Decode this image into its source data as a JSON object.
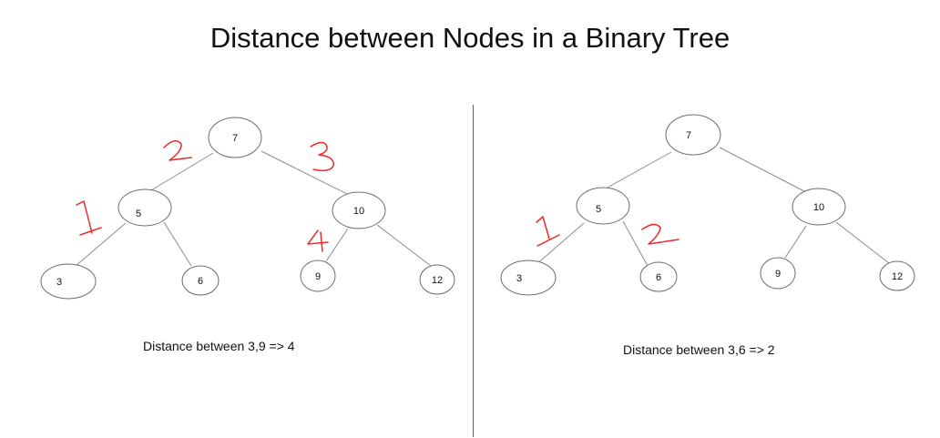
{
  "title": "Distance between Nodes in a Binary Tree",
  "trees": [
    {
      "caption": "Distance between 3,9 => 4",
      "nodes": [
        "7",
        "5",
        "10",
        "3",
        "6",
        "9",
        "12"
      ],
      "path_marks": [
        "1",
        "2",
        "3",
        "4"
      ]
    },
    {
      "caption": "Distance between 3,6 => 2",
      "nodes": [
        "7",
        "5",
        "10",
        "3",
        "6",
        "9",
        "12"
      ],
      "path_marks": [
        "1",
        "2"
      ]
    }
  ],
  "colors": {
    "annotation": "#ea2b2b",
    "divider": "#d9342b",
    "edge": "#8c8c8c"
  }
}
